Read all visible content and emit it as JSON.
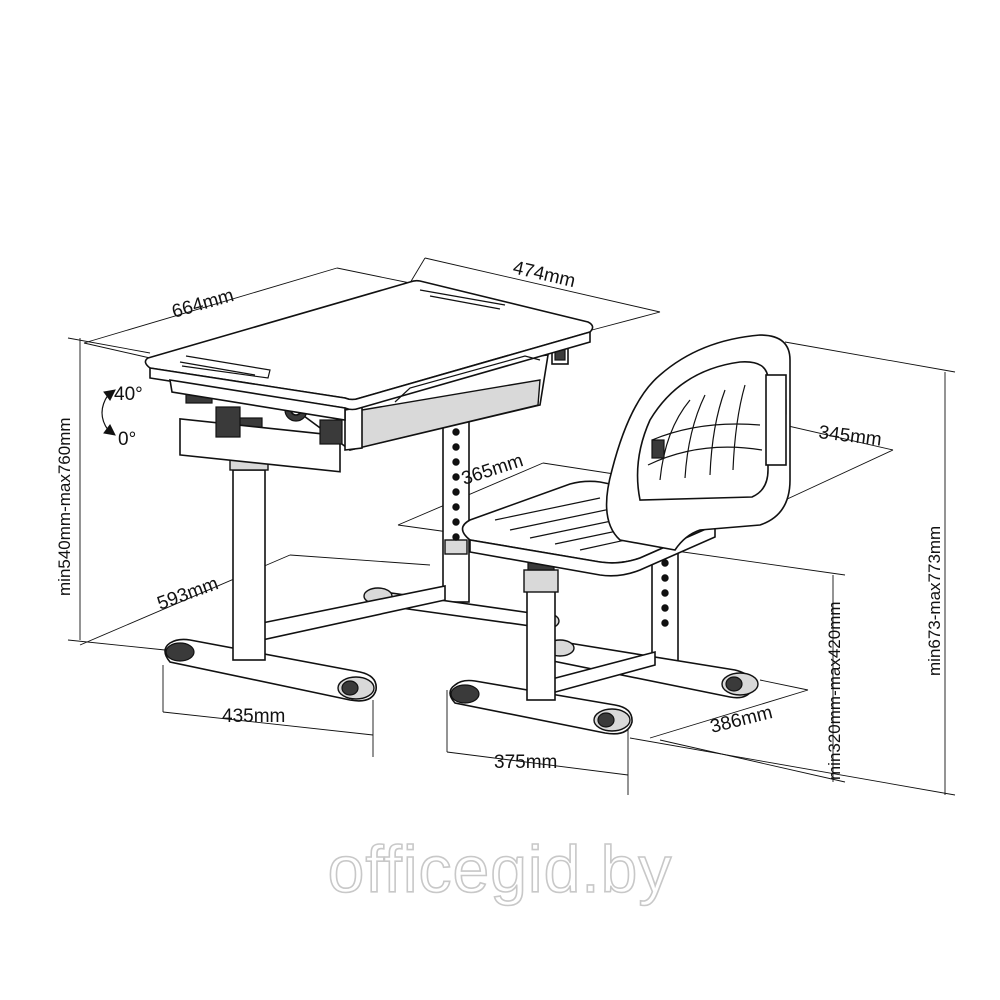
{
  "dimensions": {
    "desk_width": "664mm",
    "desk_depth": "474mm",
    "desk_height_range": "min540mm-max760mm",
    "desk_base_depth": "593mm",
    "desk_foot_width": "435mm",
    "seat_depth": "365mm",
    "backrest_width": "345mm",
    "chair_total_height_range": "min673-max773mm",
    "seat_height_range": "min320mm-max420mm",
    "chair_base_depth": "386mm",
    "chair_foot_width": "375mm"
  },
  "tilt": {
    "max_angle": "40°",
    "min_angle": "0°"
  },
  "watermark": "officegid.by"
}
